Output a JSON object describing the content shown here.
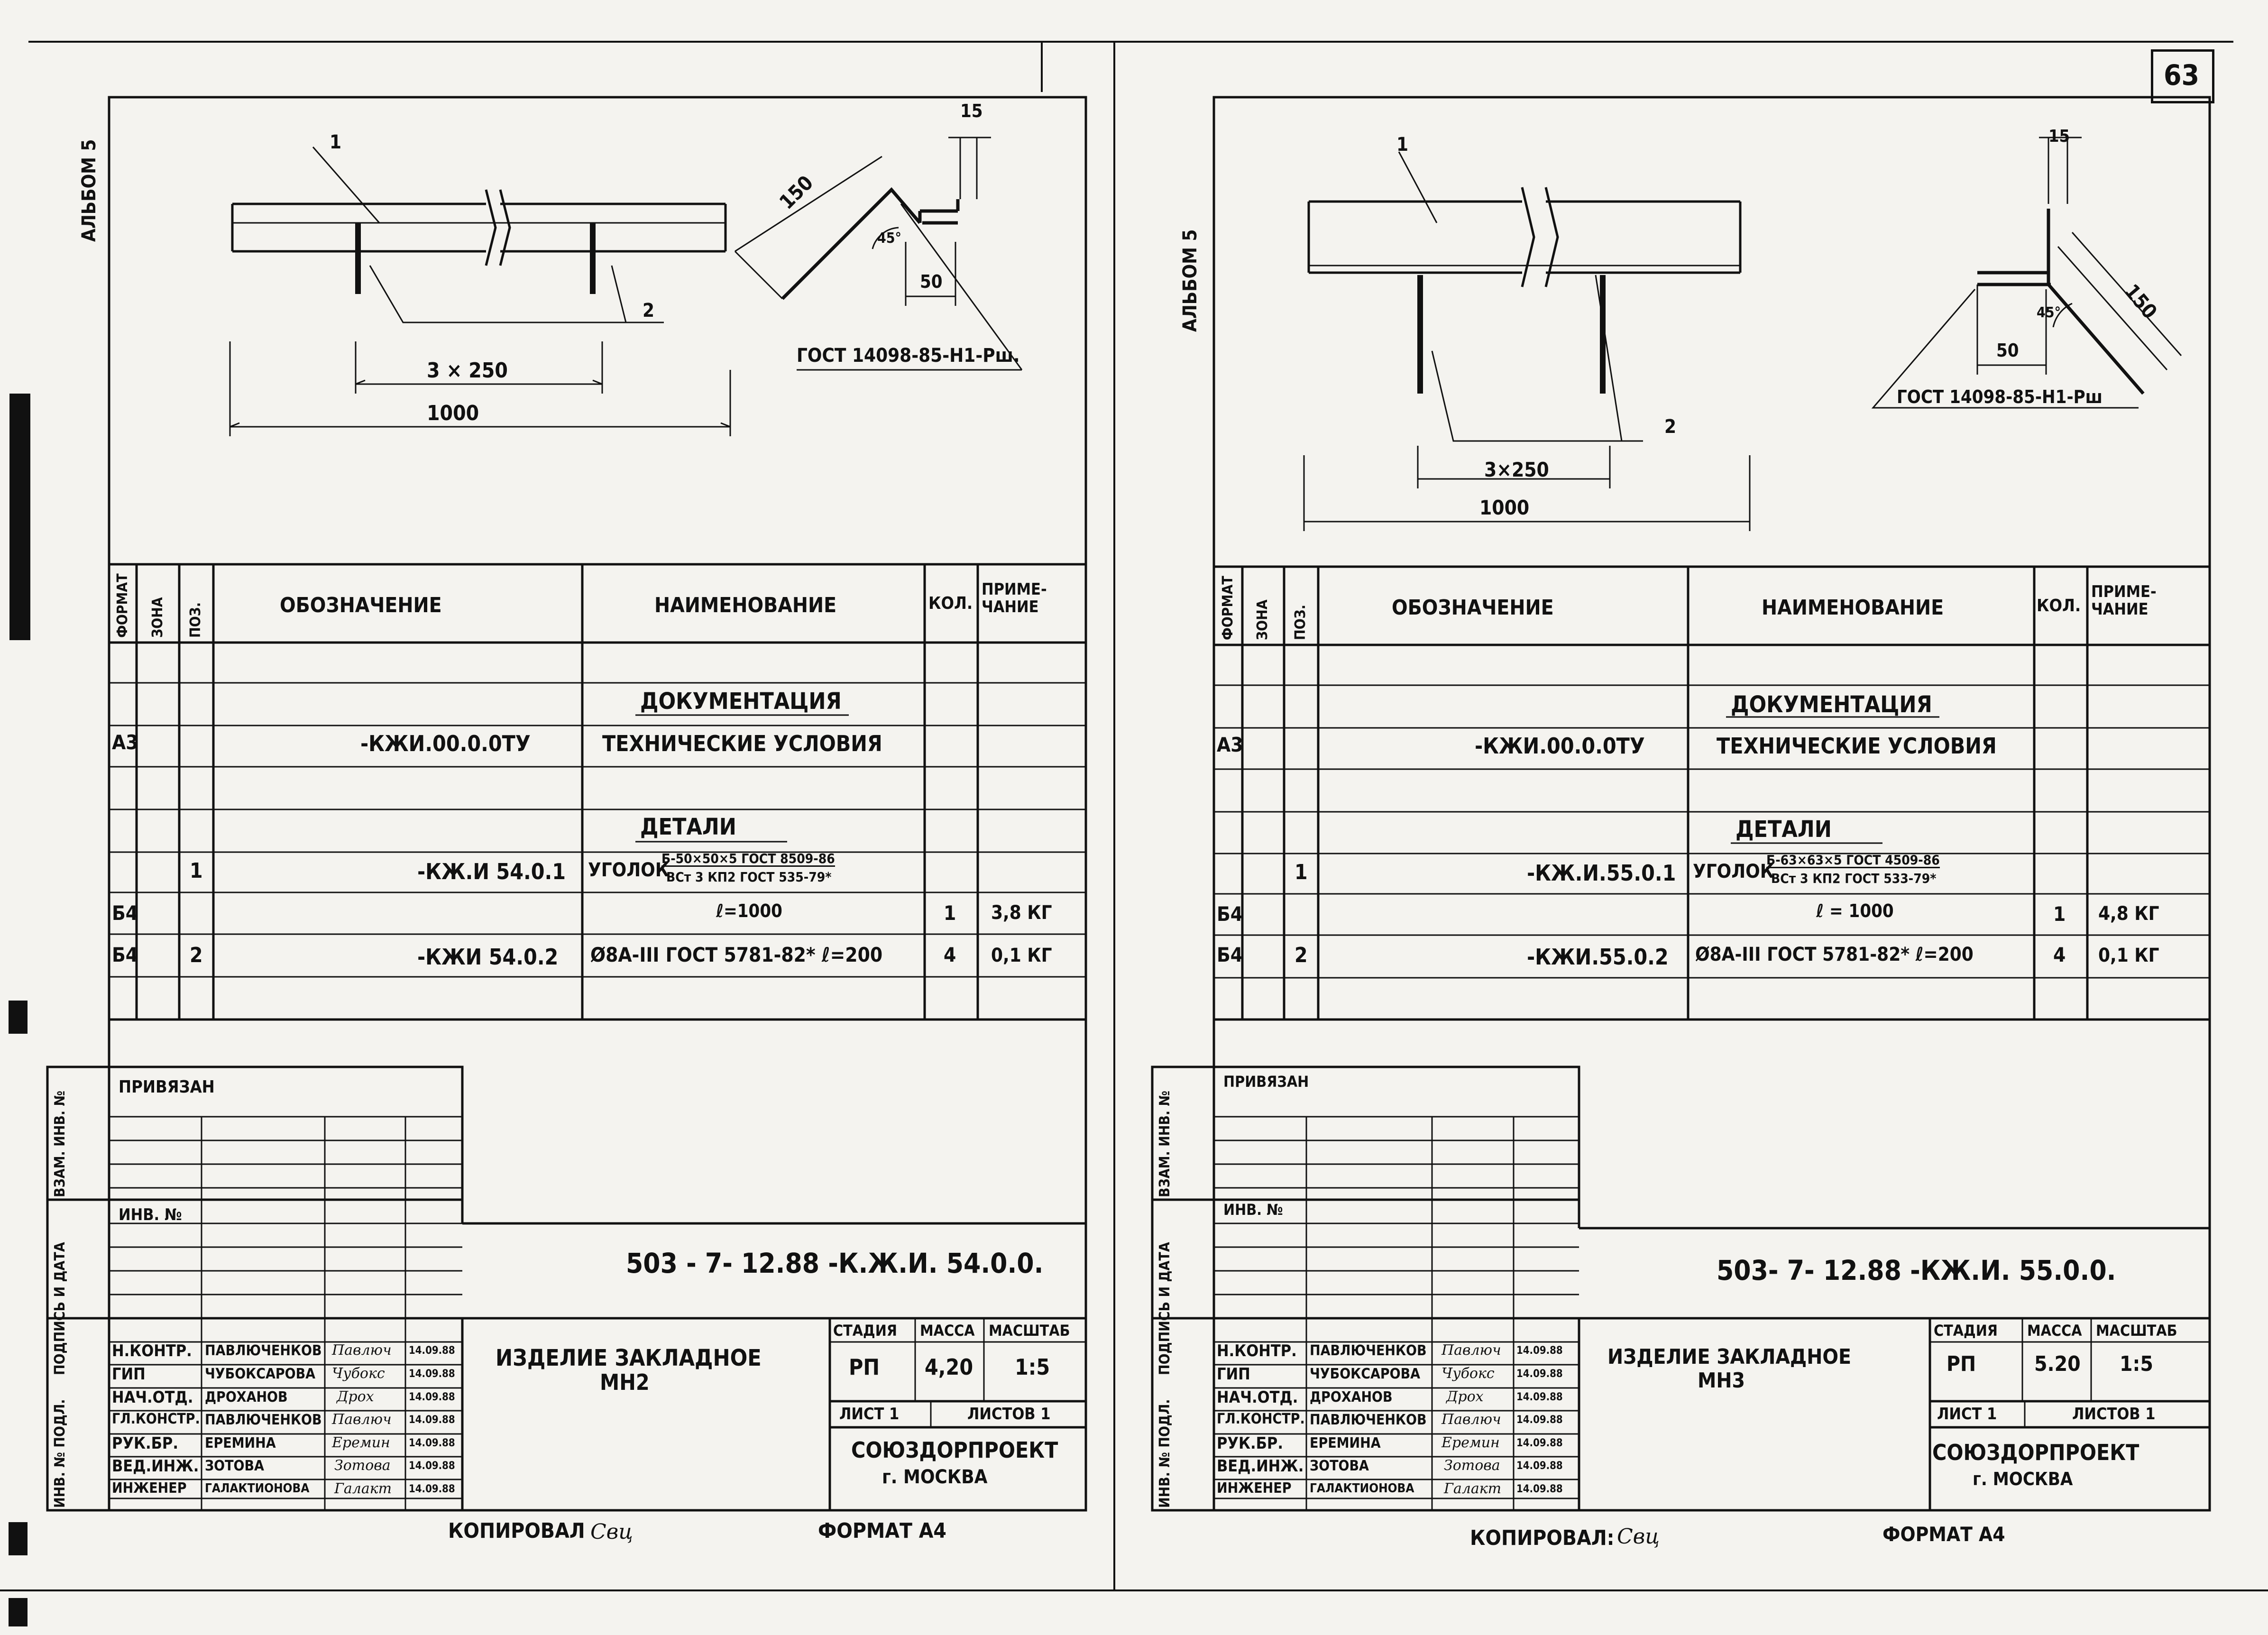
{
  "page_number": "63",
  "sheets": [
    {
      "id": "mn2",
      "album_label": "АЛЬБОМ 5",
      "drawing": {
        "callout_1": "1",
        "callout_2": "2",
        "dim_pitch": "3 × 250",
        "dim_length": "1000",
        "dim_leg": "150",
        "dim_weld": "15",
        "dim_offset": "50",
        "angle": "45°",
        "gost_weld": "ГОСТ 14098-85-Н1-Рш."
      },
      "spec": {
        "headers": [
          "ФОРМАТ",
          "ЗОНА",
          "ПОЗ.",
          "ОБОЗНАЧЕНИЕ",
          "НАИМЕНОВАНИЕ",
          "КОЛ.",
          "ПРИМЕ-\nЧАНИЕ"
        ],
        "section_doc": "ДОКУМЕНТАЦИЯ",
        "doc_format": "А3",
        "doc_code": "-КЖИ.00.0.0ТУ",
        "doc_name": "ТЕХНИЧЕСКИЕ УСЛОВИЯ",
        "section_parts": "ДЕТАЛИ",
        "item1_pos": "1",
        "item1_code": "-КЖ.И 54.0.1",
        "item1_name_prefix": "УГОЛОК",
        "item1_name_top": "Б-50×50×5 ГОСТ 8509-86",
        "item1_name_bottom": "ВСт 3 КП2 ГОСТ 535-79*",
        "item1_length": "ℓ=1000",
        "item1_format": "Б4",
        "item1_qty": "1",
        "item1_mass": "3,8 КГ",
        "item2_format": "Б4",
        "item2_pos": "2",
        "item2_code": "-КЖИ 54.0.2",
        "item2_name": "Ø8А-III ГОСТ 5781-82* ℓ=200",
        "item2_qty": "4",
        "item2_mass": "0,1 КГ"
      },
      "title_block": {
        "privyazan": "ПРИВЯЗАН",
        "inv_no": "ИНВ. №",
        "side_labels": [
          "ВЗАМ. ИНВ. №",
          "ПОДПИСЬ И ДАТА",
          "ИНВ. № ПОДЛ."
        ],
        "designation": "503 - 7- 12.88 -К.Ж.И. 54.0.0.",
        "product_line1": "ИЗДЕЛИЕ ЗАКЛАДНОЕ",
        "product_line2": "МН2",
        "stage_label": "СТАДИЯ",
        "mass_label": "МАССА",
        "scale_label": "МАСШТАБ",
        "stage": "РП",
        "mass": "4,20",
        "scale": "1:5",
        "sheet": "ЛИСТ 1",
        "sheets": "ЛИСТОВ 1",
        "org1": "СОЮЗДОРПРОЕКТ",
        "org2": "г. МОСКВА",
        "staff": [
          {
            "role": "Н.КОНТР.",
            "name": "ПАВЛЮЧЕНКОВ",
            "date": "14.09.88"
          },
          {
            "role": "ГИП",
            "name": "ЧУБОКСАРОВА",
            "date": "14.09.88"
          },
          {
            "role": "НАЧ.ОТД.",
            "name": "ДРОХАНОВ",
            "date": "14.09.88"
          },
          {
            "role": "ГЛ.КОНСТР.",
            "name": "ПАВЛЮЧЕНКОВ",
            "date": "14.09.88"
          },
          {
            "role": "РУК.БР.",
            "name": "ЕРЕМИНА",
            "date": "14.09.88"
          },
          {
            "role": "ВЕД.ИНЖ.",
            "name": "ЗОТОВА",
            "date": "14.09.88"
          },
          {
            "role": "ИНЖЕНЕР",
            "name": "ГАЛАКТИОНОВА",
            "date": "14.09.88"
          }
        ]
      },
      "copied_label": "КОПИРОВАЛ",
      "format_label": "ФОРМАТ А4"
    },
    {
      "id": "mn3",
      "album_label": "АЛЬБОМ 5",
      "drawing": {
        "callout_1": "1",
        "callout_2": "2",
        "dim_pitch": "3×250",
        "dim_length": "1000",
        "dim_leg": "150",
        "dim_weld": "15",
        "dim_offset": "50",
        "angle": "45°",
        "gost_weld": "ГОСТ 14098-85-Н1-Рш"
      },
      "spec": {
        "headers": [
          "ФОРМАТ",
          "ЗОНА",
          "ПОЗ.",
          "ОБОЗНАЧЕНИЕ",
          "НАИМЕНОВАНИЕ",
          "КОЛ.",
          "ПРИМЕ-\nЧАНИЕ"
        ],
        "section_doc": "ДОКУМЕНТАЦИЯ",
        "doc_format": "А3",
        "doc_code": "-КЖИ.00.0.0ТУ",
        "doc_name": "ТЕХНИЧЕСКИЕ УСЛОВИЯ",
        "section_parts": "ДЕТАЛИ",
        "item1_pos": "1",
        "item1_code": "-КЖ.И.55.0.1",
        "item1_name_prefix": "УГОЛОК",
        "item1_name_top": "Б-63×63×5 ГОСТ 4509-86",
        "item1_name_bottom": "ВСт 3 КП2 ГОСТ 533-79*",
        "item1_length": "ℓ = 1000",
        "item1_format": "Б4",
        "item1_qty": "1",
        "item1_mass": "4,8 КГ",
        "item2_format": "Б4",
        "item2_pos": "2",
        "item2_code": "-КЖИ.55.0.2",
        "item2_name": "Ø8А-III ГОСТ 5781-82* ℓ=200",
        "item2_qty": "4",
        "item2_mass": "0,1 КГ"
      },
      "title_block": {
        "privyazan": "ПРИВЯЗАН",
        "inv_no": "ИНВ. №",
        "side_labels": [
          "ВЗАМ. ИНВ. №",
          "ПОДПИСЬ И ДАТА",
          "ИНВ. № ПОДЛ."
        ],
        "designation": "503- 7- 12.88 -КЖ.И. 55.0.0.",
        "product_line1": "ИЗДЕЛИЕ ЗАКЛАДНОЕ",
        "product_line2": "МН3",
        "stage_label": "СТАДИЯ",
        "mass_label": "МАССА",
        "scale_label": "МАСШТАБ",
        "stage": "РП",
        "mass": "5.20",
        "scale": "1:5",
        "sheet": "ЛИСТ 1",
        "sheets": "ЛИСТОВ 1",
        "org1": "СОЮЗДОРПРОЕКТ",
        "org2": "г. МОСКВА",
        "staff": [
          {
            "role": "Н.КОНТР.",
            "name": "ПАВЛЮЧЕНКОВ",
            "date": "14.09.88"
          },
          {
            "role": "ГИП",
            "name": "ЧУБОКСАРОВА",
            "date": "14.09.88"
          },
          {
            "role": "НАЧ.ОТД.",
            "name": "ДРОХАНОВ",
            "date": "14.09.88"
          },
          {
            "role": "ГЛ.КОНСТР.",
            "name": "ПАВЛЮЧЕНКОВ",
            "date": "14.09.88"
          },
          {
            "role": "РУК.БР.",
            "name": "ЕРЕМИНА",
            "date": "14.09.88"
          },
          {
            "role": "ВЕД.ИНЖ.",
            "name": "ЗОТОВА",
            "date": "14.09.88"
          },
          {
            "role": "ИНЖЕНЕР",
            "name": "ГАЛАКТИОНОВА",
            "date": "14.09.88"
          }
        ]
      },
      "copied_label": "КОПИРОВАЛ:",
      "format_label": "ФОРМАТ А4"
    }
  ]
}
